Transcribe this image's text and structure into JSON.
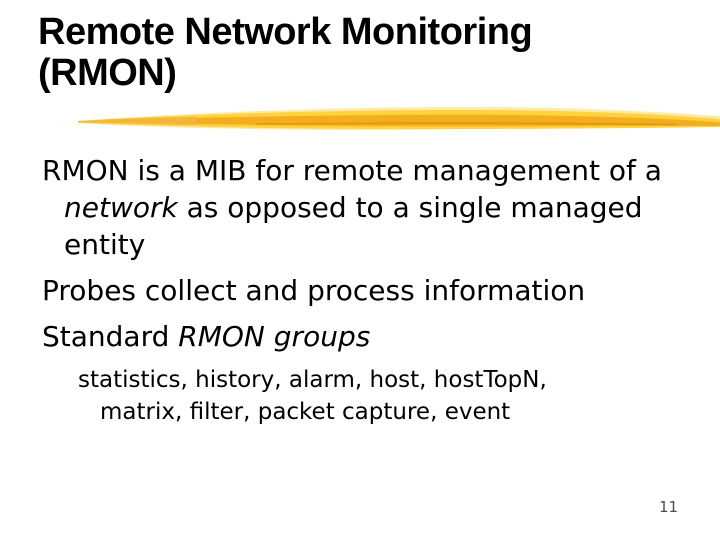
{
  "slide": {
    "title": {
      "line1": "Remote Network Monitoring",
      "line2": "(RMON)"
    },
    "body": {
      "para1": {
        "line1": "RMON is a MIB for remote management of a",
        "line2": {
          "italic": "network",
          "rest": " as opposed to a single managed"
        },
        "line3": "entity"
      },
      "para2": "Probes collect and process information",
      "para3": {
        "lead": "Standard ",
        "italic": "RMON groups"
      },
      "sub_para": {
        "line1": "statistics, history, alarm, host, hostTopN,",
        "line2": "matrix, filter, packet capture, event"
      }
    },
    "page_number": "11",
    "colors": {
      "background": "#FFFFFF",
      "title_text": "#000000",
      "body_text": "#000000",
      "page_number_text": "#4D4D4D",
      "brush_pale_yellow": "#FFE9A0",
      "brush_yellow": "#FFD23E",
      "brush_gold": "#F2A81D",
      "brush_dark_amber": "#DE9000"
    }
  }
}
